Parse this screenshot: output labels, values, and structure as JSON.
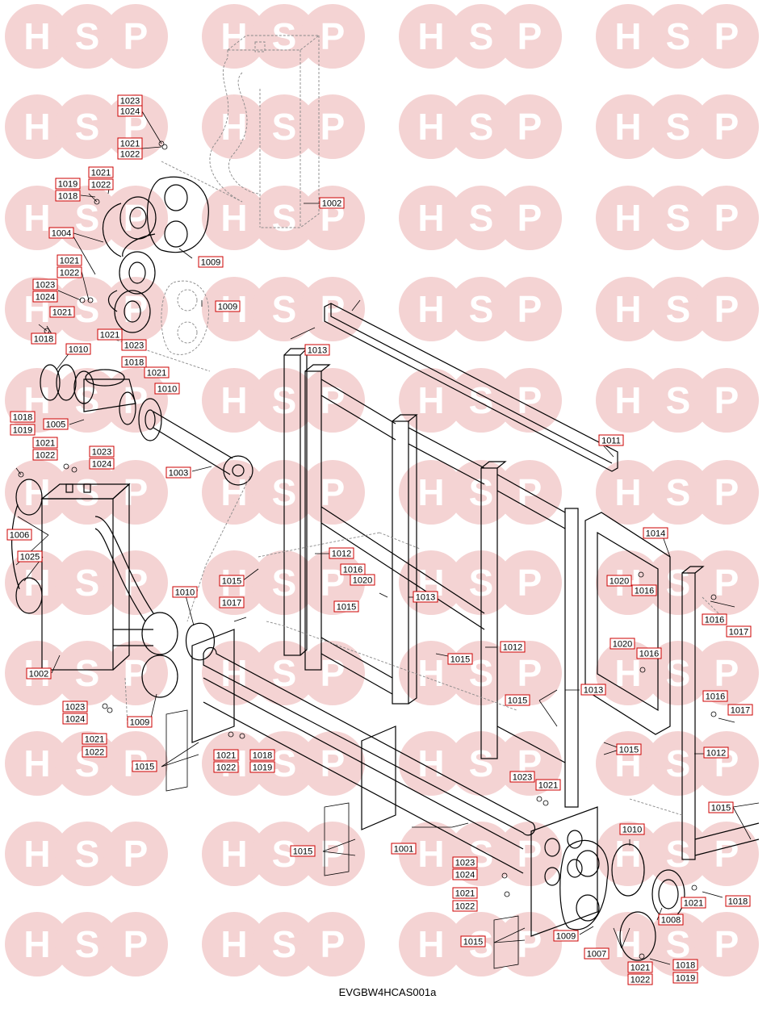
{
  "watermark": {
    "letters": [
      "H",
      "S",
      "P"
    ],
    "circle_color": "#f4d3d3",
    "letter_color": "#ffffff"
  },
  "colors": {
    "label_border": "#cc0000",
    "line": "#000000"
  },
  "drawing_code": "EVGBW4HCAS001a",
  "labels": [
    "1023",
    "1024",
    "1021",
    "1022",
    "1019",
    "1018",
    "1021",
    "1022",
    "1002",
    "1004",
    "1009",
    "1021",
    "1022",
    "1023",
    "1024",
    "1009",
    "1021",
    "1018",
    "1021",
    "1023",
    "1018",
    "1021",
    "1010",
    "1013",
    "1010",
    "1005",
    "1018",
    "1019",
    "1021",
    "1022",
    "1023",
    "1024",
    "1011",
    "1003",
    "1006",
    "1025",
    "1012",
    "1014",
    "1016",
    "1020",
    "1015",
    "1020",
    "1016",
    "1015",
    "1017",
    "1010",
    "1013",
    "1016",
    "1017",
    "1015",
    "1020",
    "1016",
    "1012",
    "1002",
    "1009",
    "1015",
    "1013",
    "1016",
    "1017",
    "1023",
    "1024",
    "1021",
    "1022",
    "1021",
    "1022",
    "1018",
    "1019",
    "1015",
    "1015",
    "1012",
    "1023",
    "1021",
    "1015",
    "1015",
    "1001",
    "1010",
    "1023",
    "1024",
    "1021",
    "1022",
    "1021",
    "1018",
    "1015",
    "1008",
    "1009",
    "1007",
    "1021",
    "1022",
    "1018",
    "1019"
  ]
}
